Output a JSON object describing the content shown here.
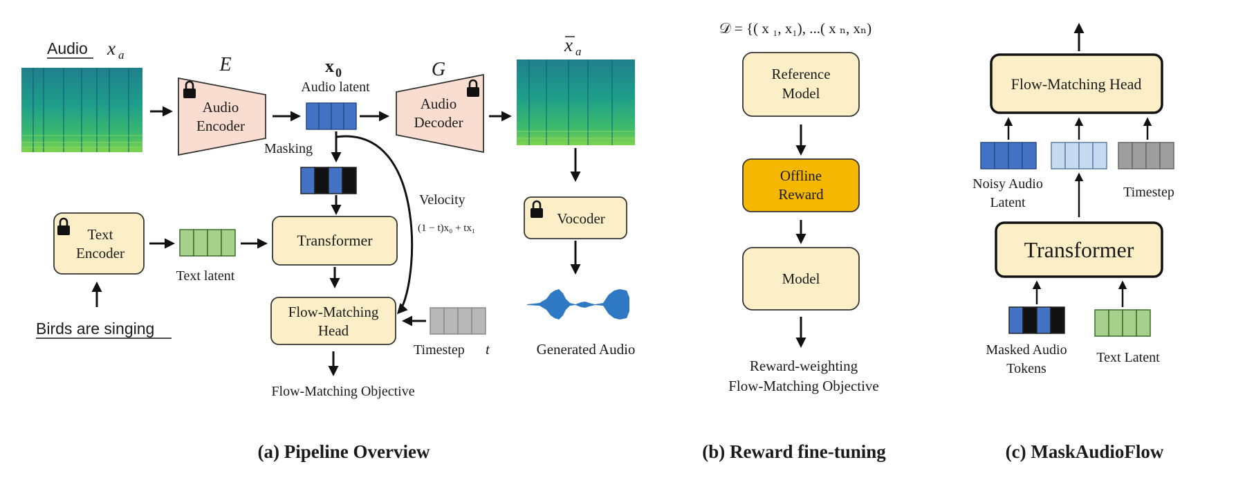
{
  "colors": {
    "cream": "#FCEFC7",
    "peach": "#F9DDD0",
    "orange": "#F5B700",
    "blue": "#4472C4",
    "light_blue": "#C6DBEF",
    "green": "#A8D08D",
    "gray_token": "#B8B8B8",
    "dark_gray_token": "#9E9E9E",
    "black": "#111111"
  },
  "icons": [
    "lock-icon",
    "spectrogram-image",
    "waveform-image"
  ],
  "pipeline": {
    "audio_label": "Audio",
    "audio_symbol": "x",
    "audio_symbol_sub": "a",
    "encoder_symbol": "E",
    "encoder_line1": "Audio",
    "encoder_line2": "Encoder",
    "latent_symbol": "x",
    "latent_symbol_sub": "0",
    "latent_label": "Audio latent",
    "decoder_symbol": "G",
    "decoder_line1": "Audio",
    "decoder_line2": "Decoder",
    "output_symbol": "x",
    "output_symbol_sub": "a",
    "masking_label": "Masking",
    "text_encoder_line1": "Text",
    "text_encoder_line2": "Encoder",
    "text_latent_label": "Text latent",
    "prompt": "Birds are singing",
    "transformer_label": "Transformer",
    "velocity_label": "Velocity",
    "velocity_formula": "(1 − t)x₀ + tx₁",
    "fm_head_line1": "Flow-Matching",
    "fm_head_line2": "Head",
    "timestep_label": "Timestep",
    "timestep_symbol": "t",
    "fm_objective": "Flow-Matching Objective",
    "vocoder_label": "Vocoder",
    "generated_audio": "Generated Audio",
    "caption": "(a) Pipeline Overview"
  },
  "reward": {
    "dataset": "𝒟 = {( x ₁, x₁), ...( x ₙ, xₙ)",
    "reference_line1": "Reference",
    "reference_line2": "Model",
    "offline_line1": "Offline",
    "offline_line2": "Reward",
    "model_label": "Model",
    "objective_line1": "Reward-weighting",
    "objective_line2": "Flow-Matching Objective",
    "caption": "(b) Reward fine-tuning"
  },
  "mask": {
    "fm_head_label": "Flow-Matching Head",
    "noisy_line1": "Noisy Audio",
    "noisy_line2": "Latent",
    "timestep_label": "Timestep",
    "transformer_label": "Transformer",
    "masked_line1": "Masked Audio",
    "masked_line2": "Tokens",
    "text_latent_label": "Text Latent",
    "caption": "(c) MaskAudioFlow"
  }
}
